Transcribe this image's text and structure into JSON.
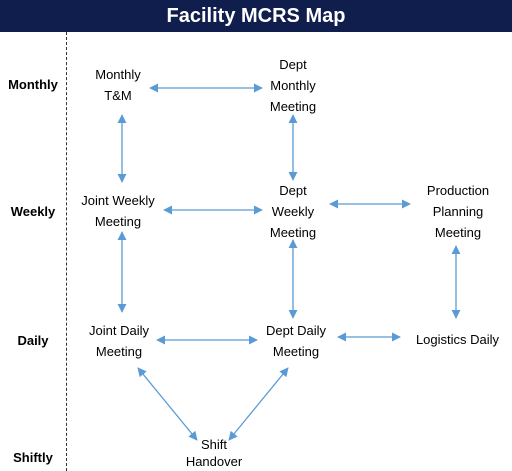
{
  "title": "Facility MCRS Map",
  "rows": {
    "monthly": "Monthly",
    "weekly": "Weekly",
    "daily": "Daily",
    "shiftly": "Shiftly"
  },
  "nodes": {
    "monthly_tm": "Monthly\nT&M",
    "dept_monthly": "Dept\nMonthly\nMeeting",
    "joint_weekly": "Joint Weekly\nMeeting",
    "dept_weekly": "Dept\nWeekly\nMeeting",
    "production_planning": "Production\nPlanning\nMeeting",
    "joint_daily": "Joint Daily\nMeeting",
    "dept_daily": "Dept Daily\nMeeting",
    "logistics_daily": "Logistics Daily",
    "shift_handover": "Shift\nHandover"
  },
  "colors": {
    "title_bg": "#0f1e4d",
    "arrow": "#5b9bd5"
  }
}
